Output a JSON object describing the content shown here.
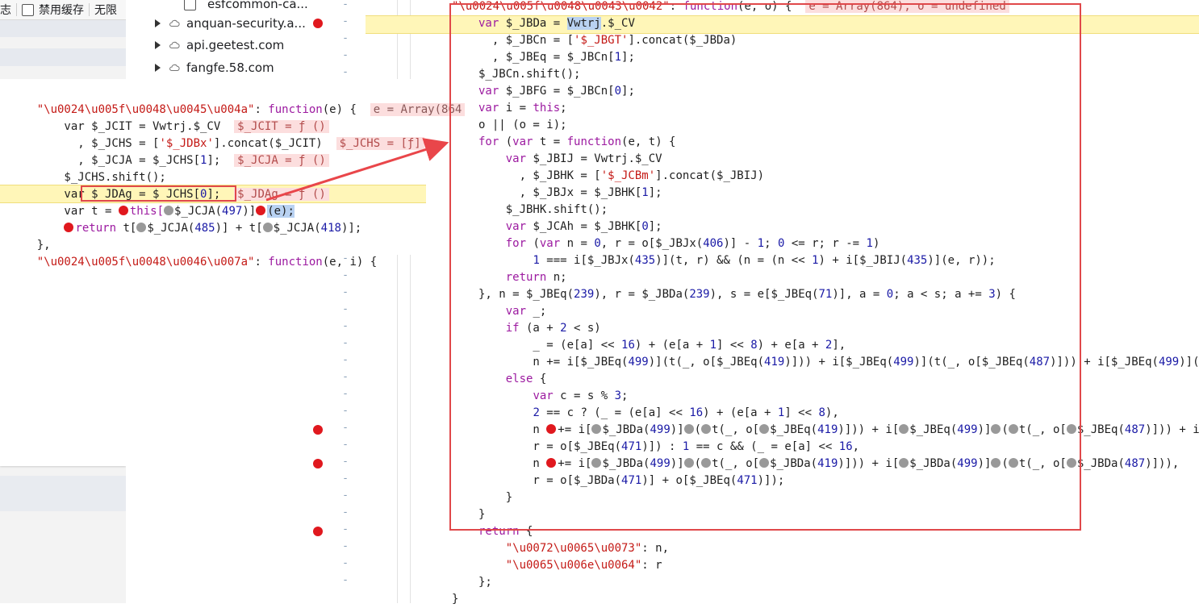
{
  "top_bar": {
    "cut_label": "志",
    "disable_cache_label": "禁用缓存",
    "throttle_label": "无限"
  },
  "tree": {
    "items": [
      {
        "label": "esfcommon-ca..."
      },
      {
        "label": "anquan-security.a..."
      },
      {
        "label": "api.geetest.com"
      },
      {
        "label": "fangfe.58.com"
      }
    ]
  },
  "snippet": {
    "lines": [
      [
        "\"\\u0024\\u005f\\u0048\\u0045\\u004a\"",
        ": ",
        "function",
        "(e) {  ",
        "e = Array(864"
      ],
      [
        "    var $_JCIT = Vwtrj.$_CV  ",
        "$_JCIT = ƒ ()"
      ],
      [
        "      , $_JCHS = [",
        "'$_JDBx'",
        "].concat($_JCIT)  ",
        "$_JCHS = [ƒ]"
      ],
      [
        "      , $_JCJA = $_JCHS[",
        "1",
        "];  ",
        "$_JCJA = ƒ ()"
      ],
      [
        "    $_JCHS.shift();"
      ],
      [
        "    var $_JDAg = $_JCHS[",
        "0",
        "];  ",
        "$_JDAg = ƒ ()"
      ],
      [
        "    var t = ",
        "this[",
        "$_JCJA(",
        "497",
        ")]",
        "(e);"
      ],
      [
        "    ",
        "return",
        " t[",
        "$_JCJA(",
        "485",
        ")] + t[",
        "$_JCJA(",
        "418",
        ")];"
      ],
      [
        "},"
      ],
      [
        "\"\\u0024\\u005f\\u0048\\u0046\\u007a\"",
        ": ",
        "function",
        "(e, i) {"
      ]
    ]
  },
  "main_code": {
    "header": "\"\\u0024\\u005f\\u0048\\u0043\\u0042\": function(e, o) {",
    "header_inline": "e = Array(864), o = undefined",
    "lines": [
      "var $_JBDa = Vwtrj.$_CV",
      "  , $_JBCn = ['$_JBGT'].concat($_JBDa)",
      "  , $_JBEq = $_JBCn[1];",
      "$_JBCn.shift();",
      "var $_JBFG = $_JBCn[0];",
      "var i = this;",
      "o || (o = i);",
      "for (var t = function(e, t) {",
      "    var $_JBIJ = Vwtrj.$_CV",
      "      , $_JBHK = ['$_JCBm'].concat($_JBIJ)",
      "      , $_JBJx = $_JBHK[1];",
      "    $_JBHK.shift();",
      "    var $_JCAh = $_JBHK[0];",
      "    for (var n = 0, r = o[$_JBJx(406)] - 1; 0 <= r; r -= 1)",
      "        1 === i[$_JBJx(435)](t, r) && (n = (n << 1) + i[$_JBIJ(435)](e, r));",
      "    return n;",
      "}, n = $_JBEq(239), r = $_JBDa(239), s = e[$_JBEq(71)], a = 0; a < s; a += 3) {",
      "    var _;",
      "    if (a + 2 < s)",
      "        _ = (e[a] << 16) + (e[a + 1] << 8) + e[a + 2],",
      "        n += i[$_JBEq(499)](t(_, o[$_JBEq(419)])) + i[$_JBEq(499)](t(_, o[$_JBEq(487)])) + i[$_JBEq(499)](t(_",
      "    else {",
      "        var c = s % 3;",
      "        2 == c ? (_ = (e[a] << 16) + (e[a + 1] << 8),",
      "        n ●+= i[●$_JBDa(499)]●(●t(_, o[●$_JBEq(419)])) + i[●$_JBEq(499)]●(●t(_, o[●$_JBEq(487)])) + i",
      "        r = o[$_JBEq(471)]) : 1 == c && (_ = e[a] << 16,",
      "        n ●+= i[●$_JBDa(499)]●(●t(_, o[●$_JBDa(419)])) + i[●$_JBDa(499)]●(●t(_, o[●$_JBDa(487)])),",
      "        r = o[$_JBDa(471)] + o[$_JBEq(471)]);",
      "    }",
      "}",
      "return {",
      "    \"\\u0072\\u0065\\u0073\": n,",
      "    \"\\u0065\\u006e\\u0064\": r",
      "};",
      "}"
    ]
  },
  "colors": {
    "highlight_line": "#fff6b8",
    "breakpoint": "#e0181e",
    "annotation_box": "#e0484a",
    "arrow": "#e9464a",
    "string": "#c41a16",
    "keyword": "#9c1aa0",
    "number": "#1a1aa6"
  }
}
